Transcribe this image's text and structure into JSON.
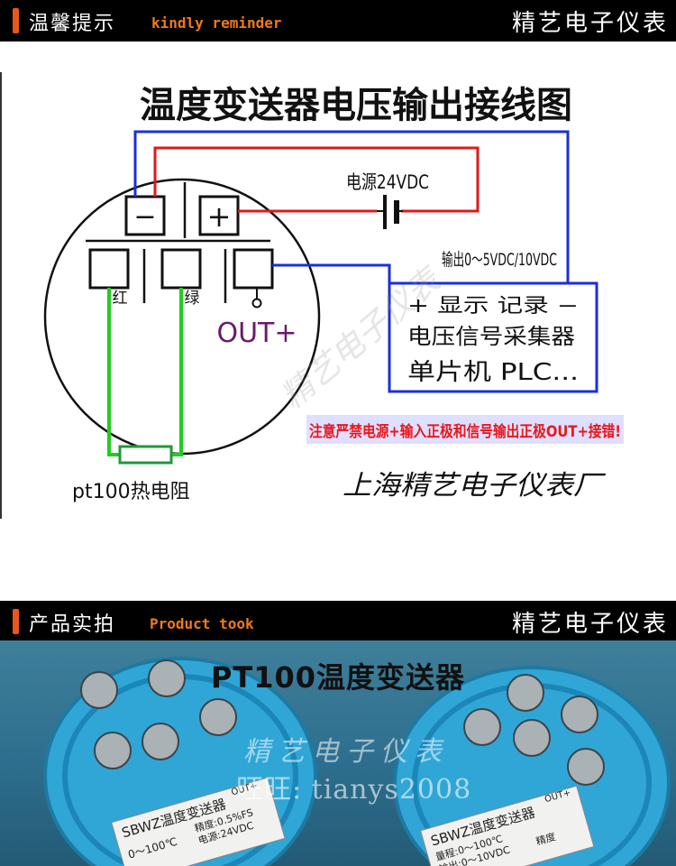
{
  "top_banner": {
    "title_zh": "温馨提示",
    "title_en": "kindly reminder",
    "brand": "精艺电子仪表"
  },
  "diagram": {
    "title": "温度变送器电压输出接线图",
    "minus_symbol": "−",
    "plus_symbol": "+",
    "power_label": "电源24VDC",
    "output_label": "输出0～5VDC/10VDC",
    "red_terminal_label": "红",
    "green_terminal_label": "绿",
    "out_label": "OUT+",
    "device_line1": "+ 显示 记录 −",
    "device_line2": "电压信号采集器",
    "device_line3": "单片机 PLC...",
    "warning": "注意严禁电源+输入正极和信号输出正极OUT+接错!",
    "sensor_label": "pt100热电阻",
    "factory": "上海精艺电子仪表厂",
    "watermark": "精艺电子仪表",
    "colors": {
      "red_wire": "#e01818",
      "blue_wire": "#1a2fd8",
      "green_wire": "#22cc22",
      "warning_text": "#e8181e",
      "warning_bg": "#dfe0ff",
      "out_text": "#6a1a6a"
    }
  },
  "bottom_banner": {
    "title_zh": "产品实拍",
    "title_en": "Product took",
    "brand": "精艺电子仪表"
  },
  "photo": {
    "title": "PT100温度变送器",
    "watermark_line1": "精艺电子仪表",
    "watermark_line2": "旺旺: tianys2008",
    "left_label_line1": "SBWZ温度变送器",
    "left_label_line2": "精度:0.5%FS",
    "left_label_line3": "电源:24VDC",
    "left_label_line4": "0～100℃",
    "right_label_line1": "SBWZ温度变送器",
    "right_label_line2": "量程:0～100℃",
    "right_label_line3": "输出:0～10VDC",
    "right_label_line4": "精度",
    "out_tag": "OUT+"
  }
}
